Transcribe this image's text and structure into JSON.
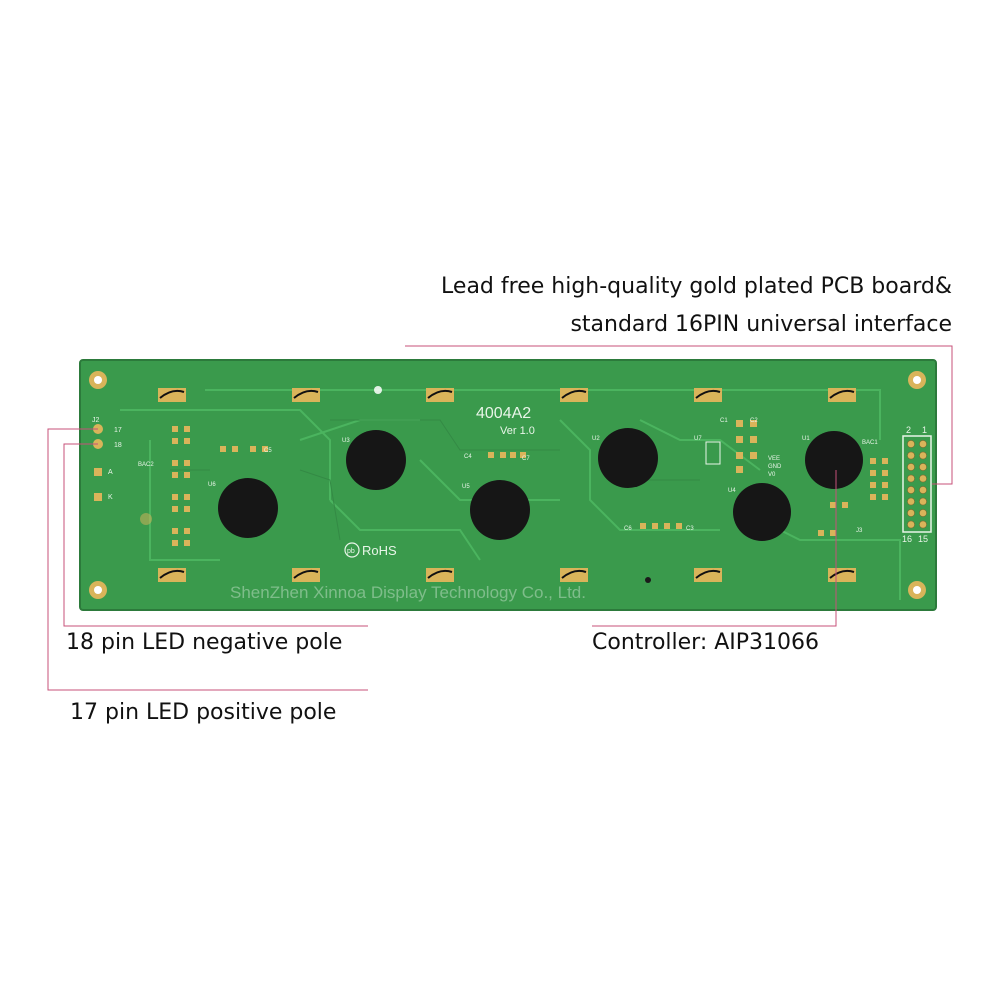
{
  "callouts": {
    "gold_pcb_line1": "Lead free high-quality gold plated PCB board&",
    "gold_pcb_line2": "standard 16PIN universal interface",
    "led_negative": "18 pin LED negative pole",
    "led_positive": "17 pin LED positive pole",
    "controller": "Controller: AIP31066"
  },
  "board": {
    "model": "4004A2",
    "version": "Ver 1.0",
    "rohs": "RoHS",
    "watermark": "ShenZhen Xinnoa Display Technology Co., Ltd.",
    "pin_labels": {
      "p2": "2",
      "p1": "1",
      "p16": "16",
      "p15": "15",
      "j2": "J2",
      "p17": "17",
      "p18": "18"
    },
    "chip_labels": {
      "u1": "U1",
      "u2": "U2",
      "u3": "U3",
      "u4": "U4",
      "u5": "U5",
      "u6": "U6",
      "u7": "U7"
    },
    "component_labels": {
      "bac1": "BAC1",
      "bac2": "BAC2",
      "c1": "C1",
      "c2": "C2",
      "c3": "C3",
      "c4": "C4",
      "c5": "C5",
      "c6": "C6",
      "c7": "C7",
      "vee": "VEE",
      "gnd": "GND",
      "vo": "V0",
      "j3": "J3",
      "a": "A",
      "k": "K"
    }
  },
  "colors": {
    "pcb": "#3a9a4c",
    "pcb_dark": "#2f8540",
    "trace": "#44aa58",
    "pad_gold": "#d9b45a",
    "callout_line": "#c7507a",
    "blob": "#161616"
  }
}
